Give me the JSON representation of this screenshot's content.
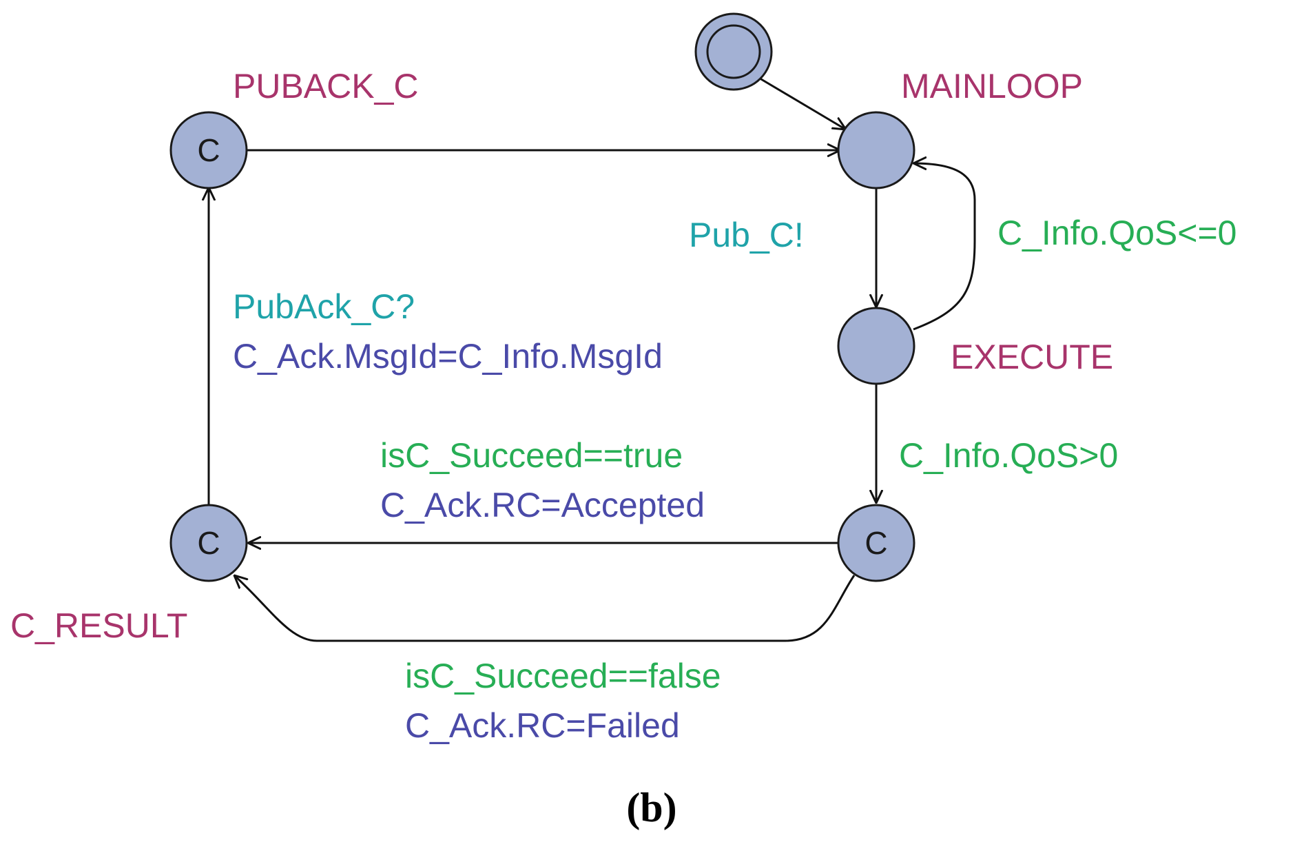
{
  "locations": {
    "mainloop": {
      "name": "MAINLOOP",
      "initial": true,
      "committed": false
    },
    "execute": {
      "name": "EXECUTE",
      "committed": false
    },
    "puback": {
      "name": "PUBACK_C",
      "committed": true,
      "marker": "C"
    },
    "result": {
      "name": "C_RESULT",
      "committed": true,
      "marker": "C"
    },
    "decision": {
      "name": "",
      "committed": true,
      "marker": "C"
    }
  },
  "edges": {
    "mainloop_to_execute": {
      "sync": "Pub_C!"
    },
    "execute_to_mainloop": {
      "guard": "C_Info.QoS<=0"
    },
    "execute_to_decision": {
      "guard": "C_Info.QoS>0"
    },
    "decision_to_result_true": {
      "guard": "isC_Succeed==true",
      "assign": "C_Ack.RC=Accepted"
    },
    "decision_to_result_false": {
      "guard": "isC_Succeed==false",
      "assign": "C_Ack.RC=Failed"
    },
    "result_to_puback": {
      "sync": "PubAck_C?",
      "assign": "C_Ack.MsgId=C_Info.MsgId"
    },
    "puback_to_mainloop": {}
  },
  "caption": "(b)",
  "colors": {
    "location_name": "#a8346b",
    "sync": "#1fa3a9",
    "guard": "#27ae55",
    "assignment": "#4a4aa8",
    "node_fill": "#a3b1d4"
  }
}
